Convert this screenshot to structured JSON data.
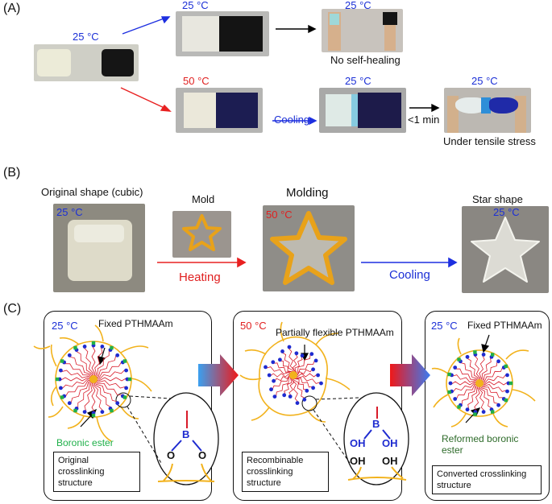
{
  "section_a": {
    "label": "(A)",
    "temp_left": "25 °C",
    "temp_top": "25 °C",
    "temp_top_right": "25 °C",
    "no_self_healing": "No self-healing",
    "temp_heated": "50 °C",
    "cooling": "Cooling",
    "temp_cooled": "25 °C",
    "time": "<1 min",
    "temp_stretched": "25 °C",
    "under_stress": "Under tensile stress"
  },
  "section_b": {
    "label": "(B)",
    "original_shape": "Original shape (cubic)",
    "temp_cube": "25 °C",
    "mold": "Mold",
    "heating": "Heating",
    "molding": "Molding",
    "temp_molding": "50 °C",
    "cooling": "Cooling",
    "star_shape": "Star shape",
    "temp_star": "25 °C"
  },
  "section_c": {
    "label": "(C)",
    "panel1": {
      "temp": "25 °C",
      "polymer": "Fixed PTHMAAm",
      "ester": "Boronic ester",
      "box": "Original crosslinking structure",
      "b": "B",
      "o1": "O",
      "o2": "O"
    },
    "panel2": {
      "temp": "50 °C",
      "polymer": "Partially flexible PTHMAAm",
      "box": "Recombinable crosslinking structure",
      "b": "B",
      "oh1": "OH",
      "oh2": "OH",
      "oh3": "OH",
      "oh4": "OH"
    },
    "panel3": {
      "temp": "25 °C",
      "polymer": "Fixed PTHMAAm",
      "ester": "Reformed boronic ester",
      "box": "Converted crosslinking structure"
    }
  },
  "colors": {
    "blue_text": "#1b2fd6",
    "red_text": "#e02020",
    "ester_green": "#1fb04a",
    "chain_yellow": "#f2b21c",
    "arm_red": "#d81b2a",
    "end_blue": "#1e2bd0"
  }
}
